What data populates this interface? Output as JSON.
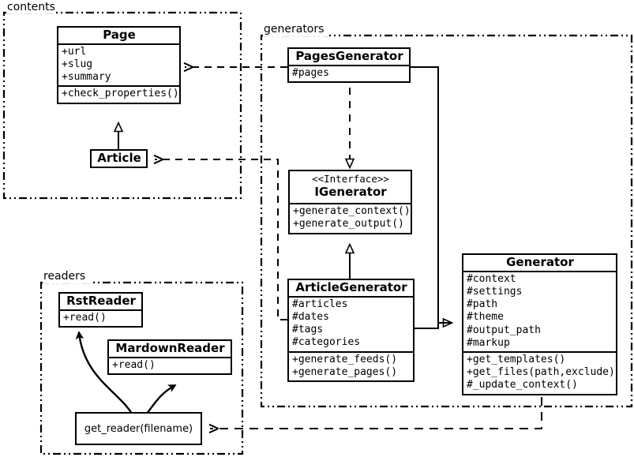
{
  "diagram": {
    "title": "UML class diagram",
    "stroke_color": "#000000",
    "background_color": "#ffffff"
  },
  "packages": [
    {
      "name": "contents-package",
      "label": "contents"
    },
    {
      "name": "generators-package",
      "label": "generators"
    },
    {
      "name": "readers-package",
      "label": "readers"
    }
  ],
  "classes": [
    {
      "id": "page",
      "name": "Page",
      "stereotype": "",
      "attributes": [
        "+url",
        "+slug",
        "+summary"
      ],
      "methods": [
        "+check_properties()"
      ]
    },
    {
      "id": "article",
      "name": "Article",
      "stereotype": "",
      "attributes": [],
      "methods": []
    },
    {
      "id": "pagesgenerator",
      "name": "PagesGenerator",
      "stereotype": "",
      "attributes": [
        "#pages"
      ],
      "methods": []
    },
    {
      "id": "igenerator",
      "name": "IGenerator",
      "stereotype": "<<Interface>>",
      "attributes": [],
      "methods": [
        "+generate_context()",
        "+generate_output()"
      ]
    },
    {
      "id": "articlegenerator",
      "name": "ArticleGenerator",
      "stereotype": "",
      "attributes": [
        "#articles",
        "#dates",
        "#tags",
        "#categories"
      ],
      "methods": [
        "+generate_feeds()",
        "+generate_pages()"
      ]
    },
    {
      "id": "generator",
      "name": "Generator",
      "stereotype": "",
      "attributes": [
        "#context",
        "#settings",
        "#path",
        "#theme",
        "#output_path",
        "#markup"
      ],
      "methods": [
        "+get_templates()",
        "+get_files(path,exclude)",
        "#_update_context()"
      ]
    },
    {
      "id": "rstreader",
      "name": "RstReader",
      "stereotype": "",
      "attributes": [],
      "methods": [
        "+read()"
      ]
    },
    {
      "id": "mardownreader",
      "name": "MardownReader",
      "stereotype": "",
      "attributes": [],
      "methods": [
        "+read()"
      ]
    }
  ],
  "functions": [
    {
      "id": "get_reader",
      "label": "get_reader(filename)"
    }
  ],
  "relationships": [
    {
      "id": "pagesgenerator-to-page",
      "from": "PagesGenerator",
      "to": "Page",
      "type": "dependency",
      "line": "dashed",
      "arrow": "open"
    },
    {
      "id": "articlegenerator-to-article",
      "from": "ArticleGenerator",
      "to": "Article",
      "type": "dependency",
      "line": "dashed",
      "arrow": "open"
    },
    {
      "id": "article-to-page",
      "from": "Article",
      "to": "Page",
      "type": "generalization",
      "line": "solid",
      "arrow": "hollow-triangle"
    },
    {
      "id": "pagesgenerator-to-igenerator",
      "from": "PagesGenerator",
      "to": "IGenerator",
      "type": "realization",
      "line": "dashed",
      "arrow": "hollow-triangle"
    },
    {
      "id": "articlegenerator-to-igenerator",
      "from": "ArticleGenerator",
      "to": "IGenerator",
      "type": "realization",
      "line": "solid",
      "arrow": "hollow-triangle"
    },
    {
      "id": "pagesgenerator-to-generator",
      "from": "PagesGenerator",
      "to": "Generator",
      "type": "generalization",
      "line": "solid",
      "arrow": "hollow-triangle"
    },
    {
      "id": "articlegenerator-to-generator",
      "from": "ArticleGenerator",
      "to": "Generator",
      "type": "generalization",
      "line": "solid",
      "arrow": "hollow-triangle"
    },
    {
      "id": "generator-to-get_reader",
      "from": "Generator",
      "to": "get_reader(filename)",
      "type": "dependency",
      "line": "dashed",
      "arrow": "open"
    },
    {
      "id": "get_reader-to-rstreader",
      "from": "get_reader(filename)",
      "to": "RstReader",
      "type": "creates",
      "line": "curved-solid",
      "arrow": "filled"
    },
    {
      "id": "get_reader-to-mardownreader",
      "from": "get_reader(filename)",
      "to": "MardownReader",
      "type": "creates",
      "line": "curved-solid",
      "arrow": "filled"
    }
  ]
}
